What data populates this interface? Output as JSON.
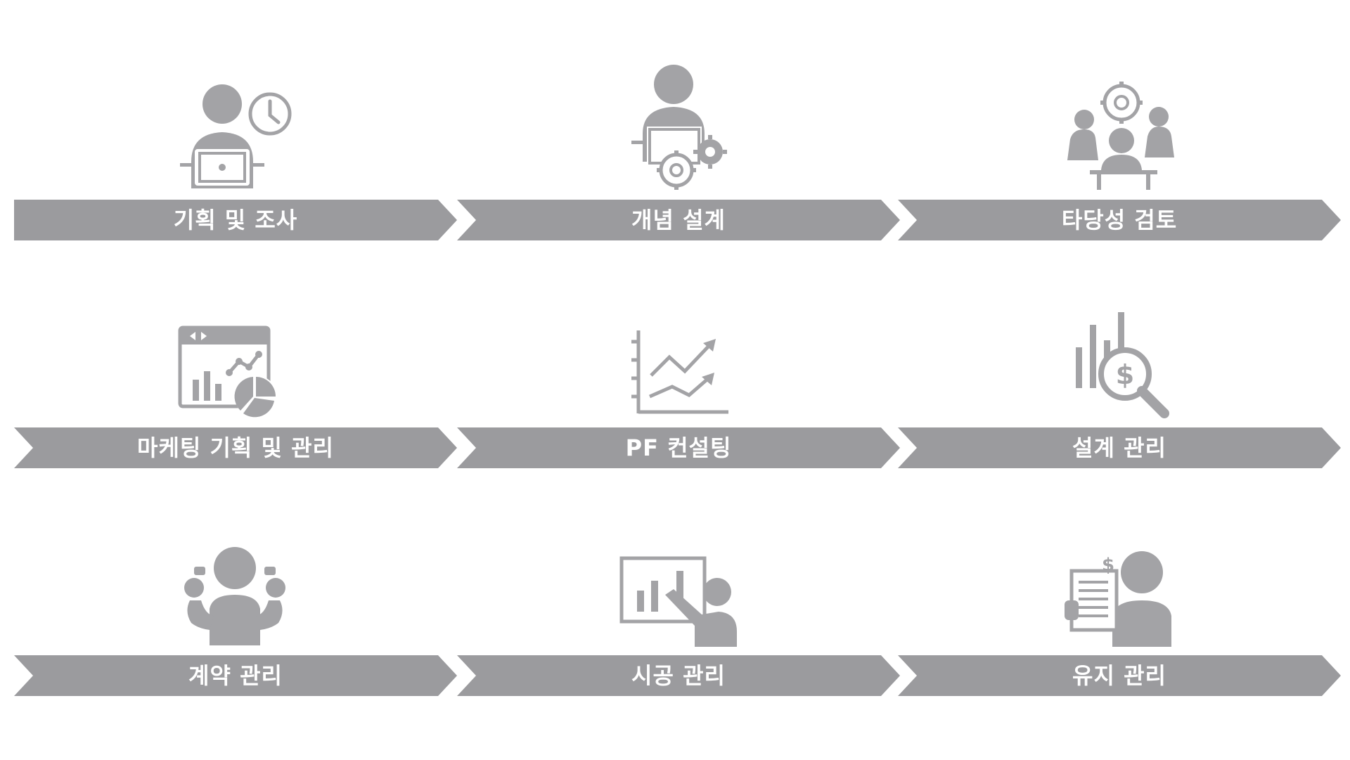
{
  "colors": {
    "arrow": "#9b9b9e",
    "icon": "#a3a3a6",
    "label": "#ffffff"
  },
  "steps": [
    {
      "label": "기획 및 조사",
      "icon": "person-laptop-clock-icon"
    },
    {
      "label": "개념 설계",
      "icon": "person-gears-icon"
    },
    {
      "label": "타당성 검토",
      "icon": "meeting-gear-icon"
    },
    {
      "label": "마케팅 기획 및 관리",
      "icon": "browser-analytics-icon"
    },
    {
      "label": "PF 컨설팅",
      "icon": "growth-chart-icon"
    },
    {
      "label": "설계 관리",
      "icon": "bar-chart-dollar-search-icon"
    },
    {
      "label": "계약 관리",
      "icon": "person-hands-icon"
    },
    {
      "label": "시공 관리",
      "icon": "presenter-board-icon"
    },
    {
      "label": "유지 관리",
      "icon": "person-invoice-dollar-icon"
    }
  ]
}
